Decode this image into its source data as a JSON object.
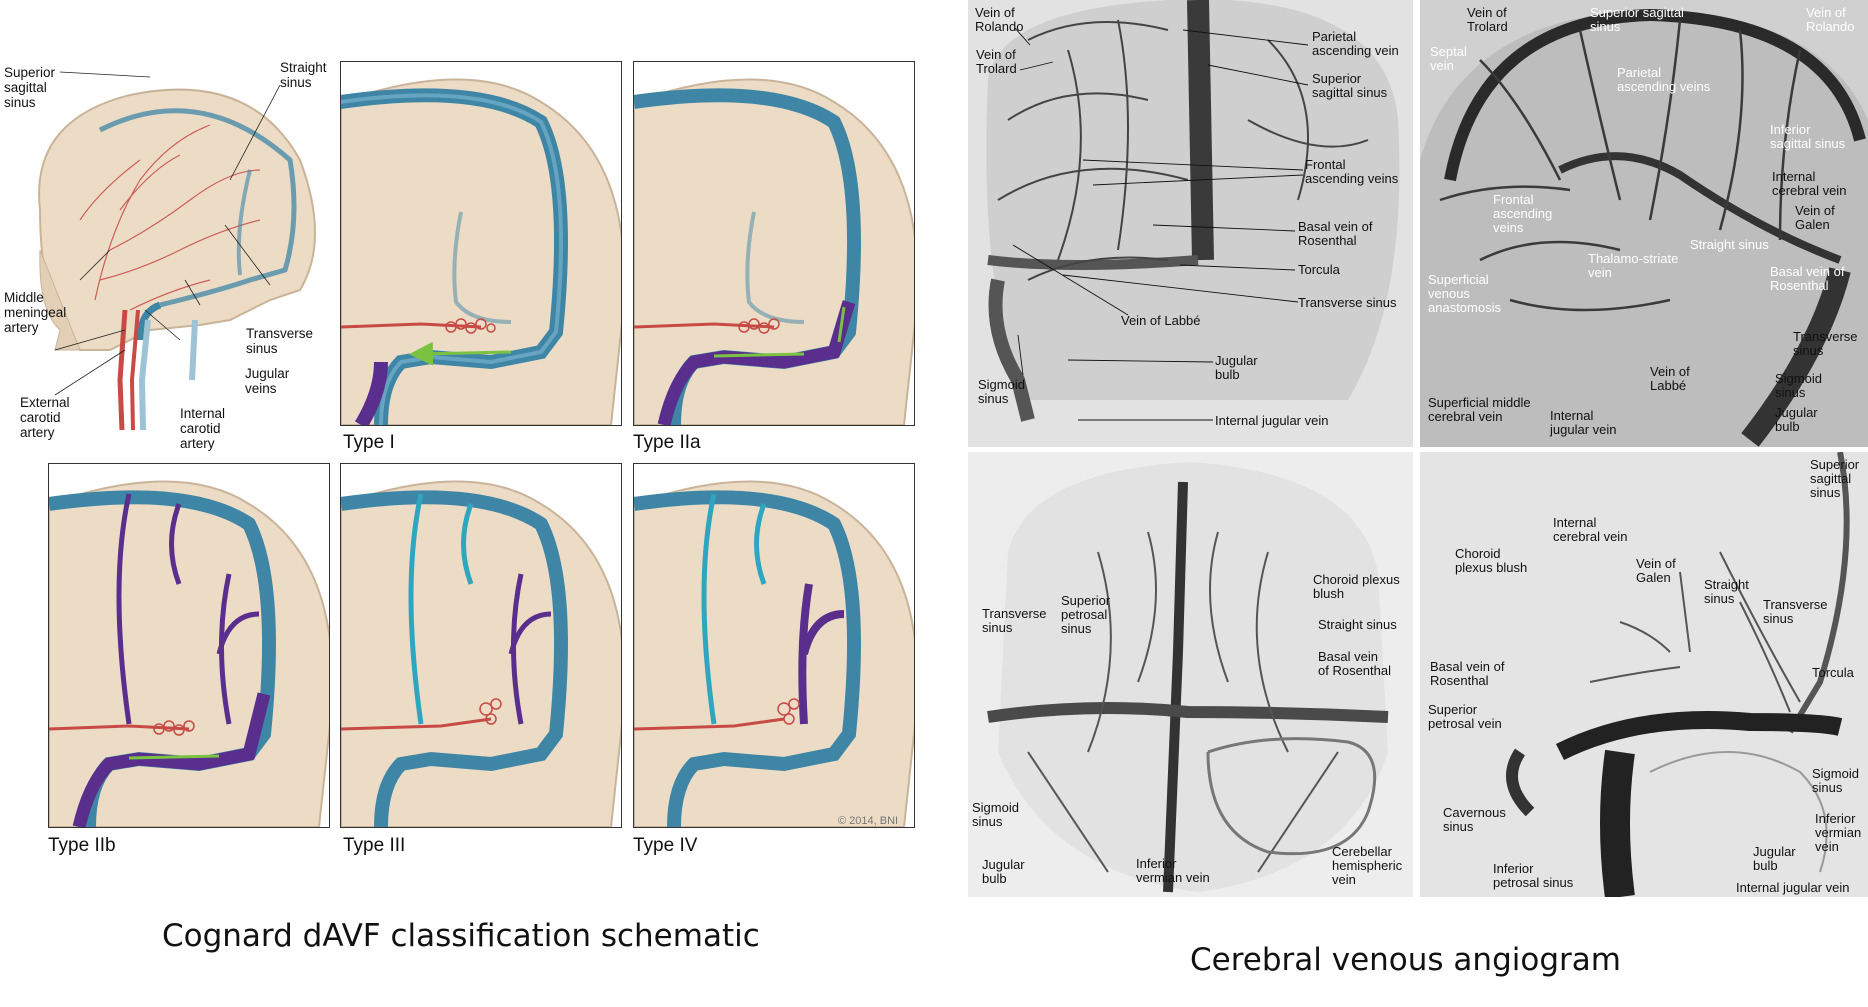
{
  "left": {
    "anatomy_labels": {
      "superior_sagittal_sinus": "Superior\nsagittal\nsinus",
      "straight_sinus": "Straight\nsinus",
      "transverse_sinus": "Transverse\nsinus",
      "jugular_veins": "Jugular\nveins",
      "middle_meningeal_artery": "Middle\nmeningeal\nartery",
      "external_carotid_artery": "External\ncarotid\nartery",
      "internal_carotid_artery": "Internal\ncarotid\nartery"
    },
    "types": [
      "Type I",
      "Type IIa",
      "Type IIb",
      "Type III",
      "Type IV"
    ],
    "copyright": "© 2014, BNI",
    "caption": "Cognard dAVF classification schematic"
  },
  "right": {
    "caption": "Cerebral venous angiogram",
    "panel_a": {
      "vein_of_rolando": "Vein of\nRolando",
      "vein_of_trolard": "Vein of\nTrolard",
      "parietal_ascending_vein": "Parietal\nascending vein",
      "superior_sagittal_sinus": "Superior\nsagittal sinus",
      "frontal_ascending_veins": "Frontal\nascending veins",
      "basal_vein_of_rosenthal": "Basal vein of\nRosenthal",
      "torcula": "Torcula",
      "transverse_sinus": "Transverse sinus",
      "vein_of_labbe": "Vein of Labbé",
      "jugular_bulb": "Jugular\nbulb",
      "sigmoid_sinus": "Sigmoid\nsinus",
      "internal_jugular_vein": "Internal jugular vein"
    },
    "panel_b": {
      "vein_of_trolard": "Vein of\nTrolard",
      "superior_sagittal_sinus": "Superior sagittal\nsinus",
      "vein_of_rolando": "Vein of\nRolando",
      "septal_vein": "Septal\nvein",
      "parietal_ascending_veins": "Parietal\nascending veins",
      "inferior_sagittal_sinus": "Inferior\nsagittal sinus",
      "internal_cerebral_vein": "Internal\ncerebral vein",
      "vein_of_galen": "Vein of\nGalen",
      "frontal_ascending_veins": "Frontal\nascending\nveins",
      "straight_sinus": "Straight sinus",
      "thalamo_striate_vein": "Thalamo-striate\nvein",
      "basal_vein_of_rosenthal": "Basal vein of\nRosenthal",
      "superficial_venous_anastomosis": "Superficial\nvenous\nanastomosis",
      "transverse_sinus": "Transverse\nsinus",
      "sigmoid_sinus": "Sigmoid\nsinus",
      "vein_of_labbe": "Vein of\nLabbé",
      "jugular_bulb": "Jugular\nbulb",
      "superficial_middle_cerebral_vein": "Superficial middle\ncerebral vein",
      "internal_jugular_vein": "Internal\njugular vein"
    },
    "panel_c": {
      "choroid_plexus_blush": "Choroid plexus\nblush",
      "straight_sinus": "Straight sinus",
      "basal_vein_of_rosenthal": "Basal vein\nof Rosenthal",
      "transverse_sinus": "Transverse\nsinus",
      "superior_petrosal_sinus": "Superior\npetrosal\nsinus",
      "sigmoid_sinus": "Sigmoid\nsinus",
      "jugular_bulb": "Jugular\nbulb",
      "inferior_vermian_vein": "Inferior\nvermian vein",
      "cerebellar_hemispheric_vein": "Cerebellar\nhemispheric\nvein"
    },
    "panel_d": {
      "superior_sagittal_sinus": "Superior\nsagittal\nsinus",
      "internal_cerebral_vein": "Internal\ncerebral vein",
      "choroid_plexus_blush": "Choroid\nplexus blush",
      "vein_of_galen": "Vein of\nGalen",
      "straight_sinus": "Straight\nsinus",
      "transverse_sinus": "Transverse\nsinus",
      "torcula": "Torcula",
      "basal_vein_of_rosenthal": "Basal vein of\nRosenthal",
      "superior_petrosal_vein": "Superior\npetrosal vein",
      "sigmoid_sinus": "Sigmoid\nsinus",
      "cavernous_sinus": "Cavernous\nsinus",
      "inferior_vermian_vein": "Inferior\nvermian\nvein",
      "jugular_bulb": "Jugular\nbulb",
      "inferior_petrosal_sinus": "Inferior\npetrosal sinus",
      "internal_jugular_vein": "Internal jugular vein"
    }
  },
  "colors": {
    "skull": "#ecdcc6",
    "skull_stroke": "#c9b49a",
    "sinus_blue": "#3f86a6",
    "artery_red": "#c74a45",
    "drainage_purple": "#5a2e8c",
    "flow_green": "#7cc242",
    "angio_bg": "#d9d9d9",
    "angio_vessel": "#3a3a3a"
  }
}
